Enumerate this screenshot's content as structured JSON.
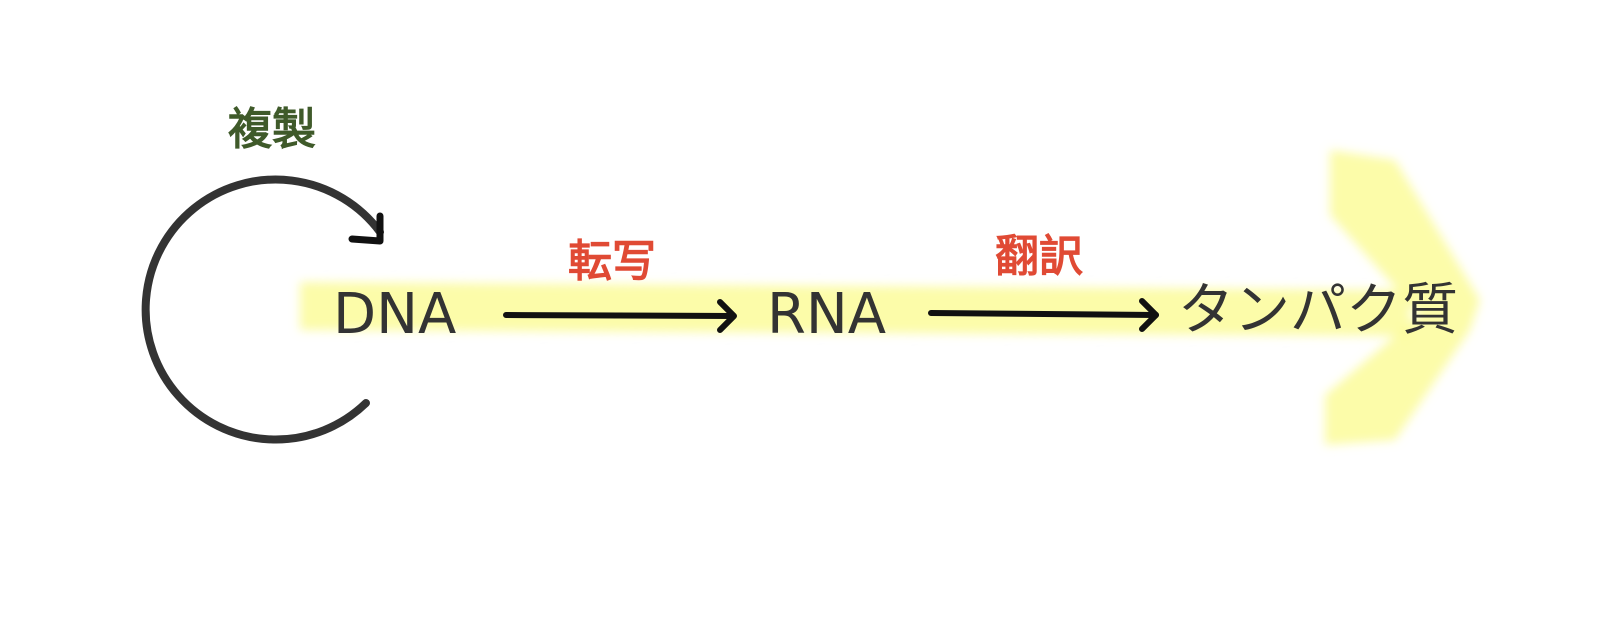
{
  "diagram": {
    "molecules": {
      "dna": "DNA",
      "rna": "RNA",
      "protein": "タンパク質"
    },
    "processes": {
      "replication": "複製",
      "transcription": "転写",
      "translation": "翻訳"
    },
    "colors": {
      "replication_text": "#3f5a2a",
      "process_text": "#e04a34",
      "molecule_text": "#333333",
      "arrow": "#111111",
      "cycle_arrow": "#333333",
      "highlight": "#fbfb9a"
    }
  }
}
